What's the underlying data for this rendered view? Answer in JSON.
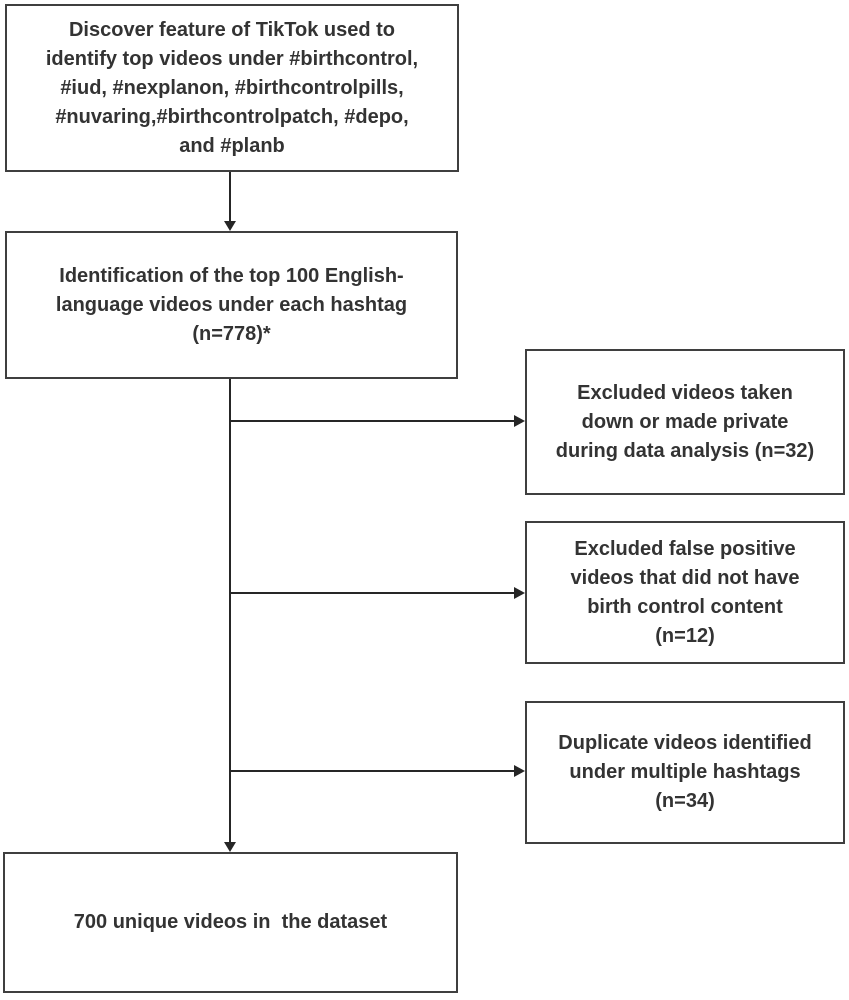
{
  "flowchart": {
    "boxes": {
      "discover": {
        "lines": [
          "Discover feature of TikTok used to",
          "identify top videos under #birthcontrol,",
          "#iud, #nexplanon, #birthcontrolpills,",
          "#nuvaring,#birthcontrolpatch, #depo,",
          "and #planb"
        ]
      },
      "identification": {
        "lines": [
          "Identification of the top 100 English-",
          "language videos under each hashtag",
          "(n=778)*"
        ]
      },
      "excluded_taken_down": {
        "lines": [
          "Excluded videos taken",
          "down or made private",
          "during data analysis (n=32)"
        ]
      },
      "excluded_false_positive": {
        "lines": [
          "Excluded false positive",
          "videos that did not have",
          "birth control content",
          "(n=12)"
        ]
      },
      "duplicate": {
        "lines": [
          "Duplicate videos identified",
          "under multiple hashtags",
          "(n=34)"
        ]
      },
      "final": {
        "lines": [
          "700 unique videos in  the dataset"
        ]
      }
    },
    "counts": {
      "identified": 778,
      "excluded_taken_down": 32,
      "excluded_false_positive": 12,
      "duplicates": 34,
      "final_dataset": 700
    },
    "colors": {
      "box_border": "#3f3f3f",
      "text": "#333333",
      "arrow": "#262626",
      "background": "#ffffff"
    }
  }
}
